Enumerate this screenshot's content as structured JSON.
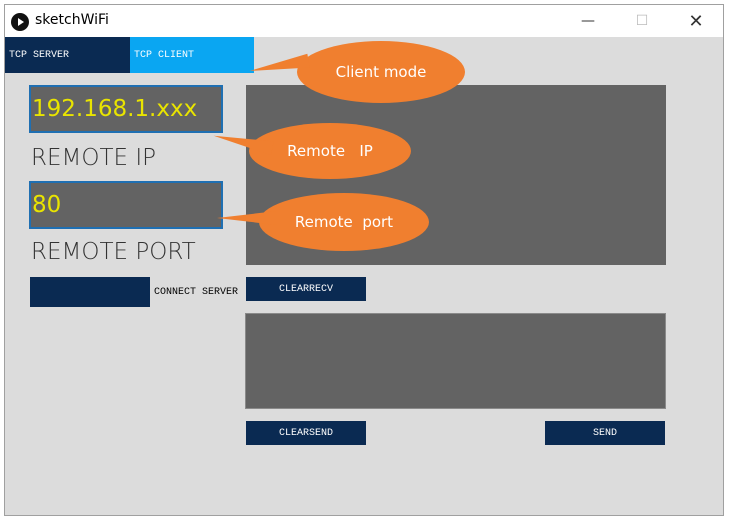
{
  "window": {
    "title": "sketchWiFi",
    "controls": {
      "minimize": "—",
      "maximize": "☐",
      "close": "✕"
    }
  },
  "tabs": [
    {
      "label": "TCP SERVER",
      "active": false
    },
    {
      "label": "TCP CLIENT",
      "active": true
    }
  ],
  "remote_ip": {
    "value": "192.168.1.xxx",
    "label": "REMOTE IP"
  },
  "remote_port": {
    "value": "80",
    "label": "REMOTE PORT"
  },
  "connect": {
    "label": "CONNECT SERVER"
  },
  "buttons": {
    "clearrecv": "CLEARRECV",
    "clearsend": "CLEARSEND",
    "send": "SEND"
  },
  "annotations": {
    "client_mode": "Client mode",
    "remote_ip": "Remote   IP",
    "remote_port": "Remote  port"
  },
  "colors": {
    "accent_dark": "#0a2a52",
    "accent_active": "#0aa6f2",
    "field_bg": "#636363",
    "field_text": "#e9e400",
    "callout": "#f07f2f"
  }
}
